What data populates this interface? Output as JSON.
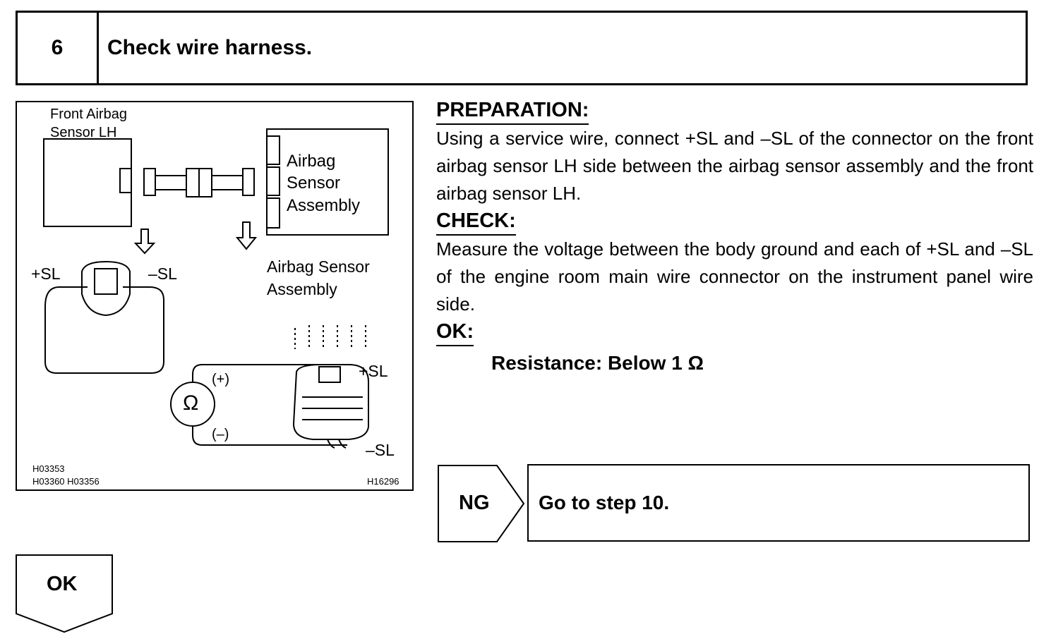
{
  "step": {
    "number": "6",
    "title": "Check wire harness."
  },
  "figure": {
    "label_front_sensor_1": "Front Airbag",
    "label_front_sensor_2": "Sensor LH",
    "label_asm_1": "Airbag",
    "label_asm_2": "Sensor",
    "label_asm_3": "Assembly",
    "label_asm_b1": "Airbag Sensor",
    "label_asm_b2": "Assembly",
    "plus_sl": "+SL",
    "minus_sl": "–SL",
    "plus_sl_r": "+SL",
    "minus_sl_r": "–SL",
    "meter_symbol": "Ω",
    "meter_plus": "(+)",
    "meter_minus": "(–)",
    "code_1": "H03353",
    "code_2": "H03360 H03356",
    "code_3": "H16296"
  },
  "preparation": {
    "heading": "PREPARATION:",
    "text": "Using a service wire, connect +SL and –SL of the connector on the front airbag sensor LH side between the airbag sensor assembly and the front airbag sensor LH."
  },
  "check": {
    "heading": "CHECK:",
    "text": "Measure the voltage between the body ground and each of +SL and –SL of the engine room main wire connector on the instrument panel wire side."
  },
  "ok_spec": {
    "heading": "OK:",
    "value": "Resistance: Below 1 Ω"
  },
  "ng": {
    "label": "NG",
    "action": "Go to step 10."
  },
  "ok": {
    "label": "OK"
  }
}
